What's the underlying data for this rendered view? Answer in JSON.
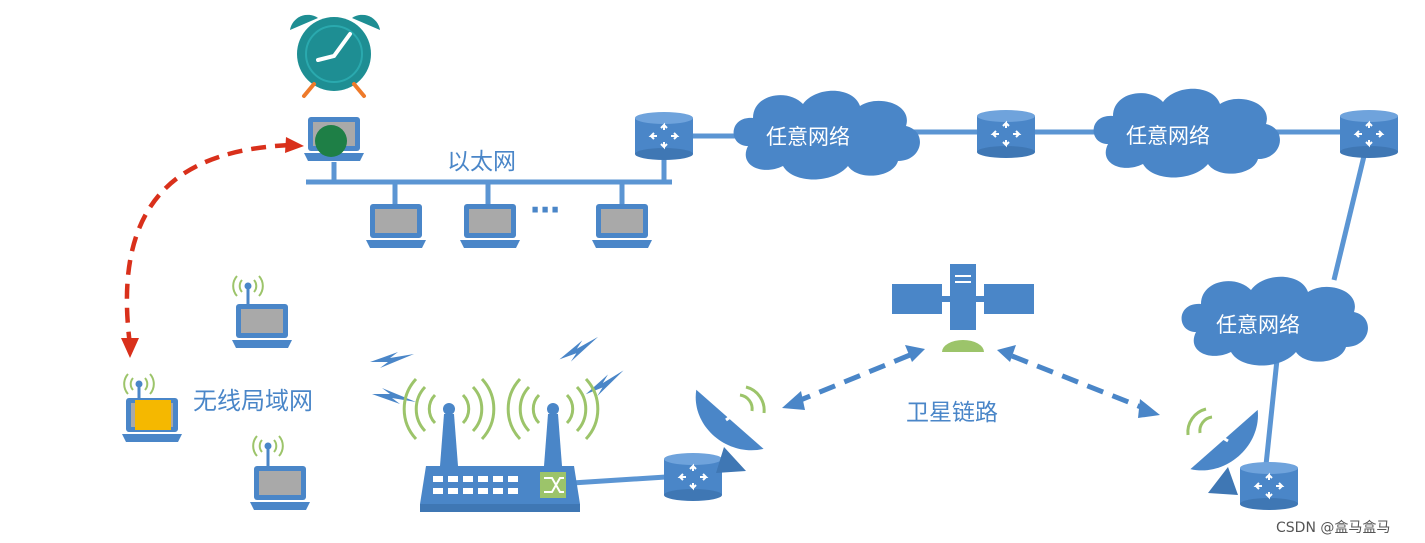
{
  "labels": {
    "ethernet": "以太网",
    "wlan": "无线局域网",
    "satellite_link": "卫星链路",
    "ellipsis": "⋯",
    "cloud1": "任意网络",
    "cloud2": "任意网络",
    "cloud3": "任意网络"
  },
  "watermark": "CSDN @盒马盒马",
  "icons": [
    "alarm-clock-icon",
    "laptop-icon",
    "router-icon",
    "cloud-icon",
    "satellite-icon",
    "satellite-dish-icon",
    "wireless-router-icon",
    "lightning-icon"
  ],
  "colors": {
    "device_blue": "#4a86c8",
    "link_blue": "#5b95d3",
    "cloud_blue": "#4a86c8",
    "migration_arrow": "#d9301b",
    "signal_green": "#9cc46a",
    "clock_teal": "#1e8e93",
    "mobile_node_green": "#1e7f46",
    "mobile_node_yellow": "#f5b800"
  }
}
